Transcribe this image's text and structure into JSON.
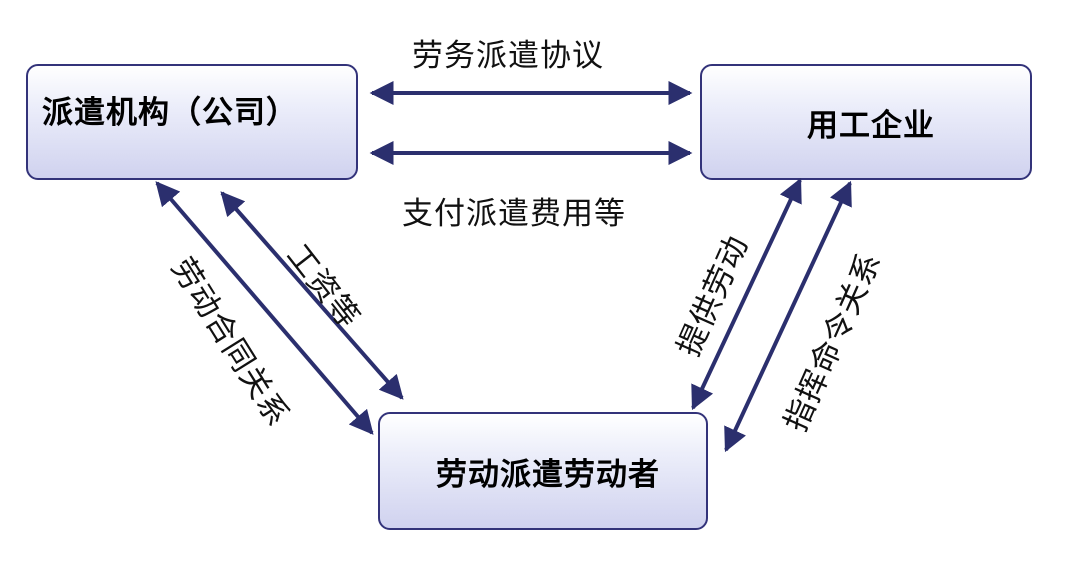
{
  "colors": {
    "node_border": "#33337a",
    "node_fill_top": "#ffffff",
    "node_fill_bottom": "#d0d2ef",
    "arrow": "#2b2f6e",
    "text": "#111111"
  },
  "nodes": {
    "agency": "派遣机构（公司）",
    "enterprise": "用工企业",
    "worker": "劳动派遣劳动者"
  },
  "edges": {
    "agency_enterprise_top": "劳务派遣协议",
    "agency_enterprise_bottom": "支付派遣费用等",
    "agency_worker_outer": "劳动合同关系",
    "agency_worker_inner": "工资等",
    "enterprise_worker_inner": "提供劳动",
    "enterprise_worker_outer": "指挥命令关系"
  }
}
